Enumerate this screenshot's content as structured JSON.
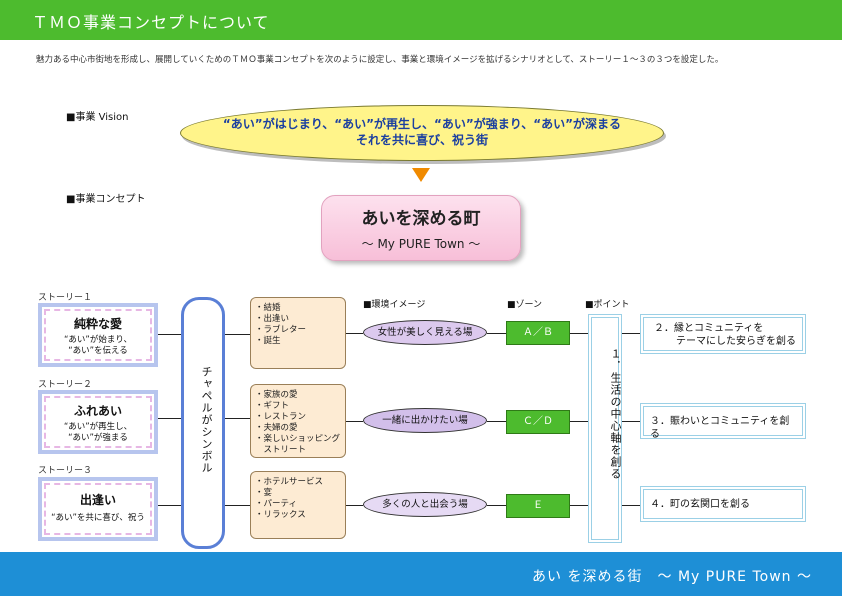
{
  "header": {
    "title": "ＴＭＯ事業コンセプトについて"
  },
  "intro": "魅力ある中心市街地を形成し、展開していくためのＴＭＯ事業コンセプトを次のように設定し、事業と環境イメージを拡げるシナリオとして、ストーリー１～３の３つを設定した。",
  "vision": {
    "label": "■事業 Vision",
    "line1": "“あい”がはじまり、“あい”が再生し、“あい”が強まり、“あい”が深まる",
    "line2": "それを共に喜び、祝う街"
  },
  "concept": {
    "label": "■事業コンセプト",
    "title": "あいを深める町",
    "subtitle": "～ My PURE Town ～"
  },
  "columns": {
    "env": "■環境イメージ",
    "zone": "■ゾーン",
    "point": "■ポイント"
  },
  "stories": [
    {
      "label": "ストーリー１",
      "title": "純粋な愛",
      "sub1": "“あい”が始まり、",
      "sub2": "“あい”を伝える"
    },
    {
      "label": "ストーリー２",
      "title": "ふれあい",
      "sub1": "“あい”が再生し、",
      "sub2": "“あい”が強まる"
    },
    {
      "label": "ストーリー３",
      "title": "出逢い",
      "sub1": "“あい”を共に喜び、祝う",
      "sub2": ""
    }
  ],
  "chapel": "チャペルがシンボル",
  "keywords": [
    [
      "・結婚",
      "・出逢い",
      "・ラブレター",
      "・誕生"
    ],
    [
      "・家族の愛",
      "・ギフト",
      "・レストラン",
      "・夫婦の愛",
      "・楽しいショッピング",
      "　ストリート"
    ],
    [
      "・ホテルサービス",
      "・宴",
      "・パーティ",
      "・リラックス"
    ]
  ],
  "environments": [
    "女性が美しく見える場",
    "一緒に出かけたい場",
    "多くの人と出会う場"
  ],
  "zones": [
    "Ａ／Ｂ",
    "Ｃ／Ｄ",
    "Ｅ"
  ],
  "point_main": "１．生活の中心軸を創る",
  "points": [
    {
      "line1": "２．縁とコミュニティを",
      "line2": "テーマにした安らぎを創る"
    },
    {
      "line1": "３．賑わいとコミュニティを創る",
      "line2": ""
    },
    {
      "line1": "４．町の玄関口を創る",
      "line2": ""
    }
  ],
  "footer": "あい を深める街　～ My PURE Town ～",
  "colors": {
    "header_green": "#4dbb2e",
    "footer_blue": "#1e8fd6",
    "vision_yellow": "#fff48a",
    "concept_pink": "#f7bfd8",
    "env_purple": "#dcc9ee",
    "zone_green": "#4dbb2e"
  }
}
